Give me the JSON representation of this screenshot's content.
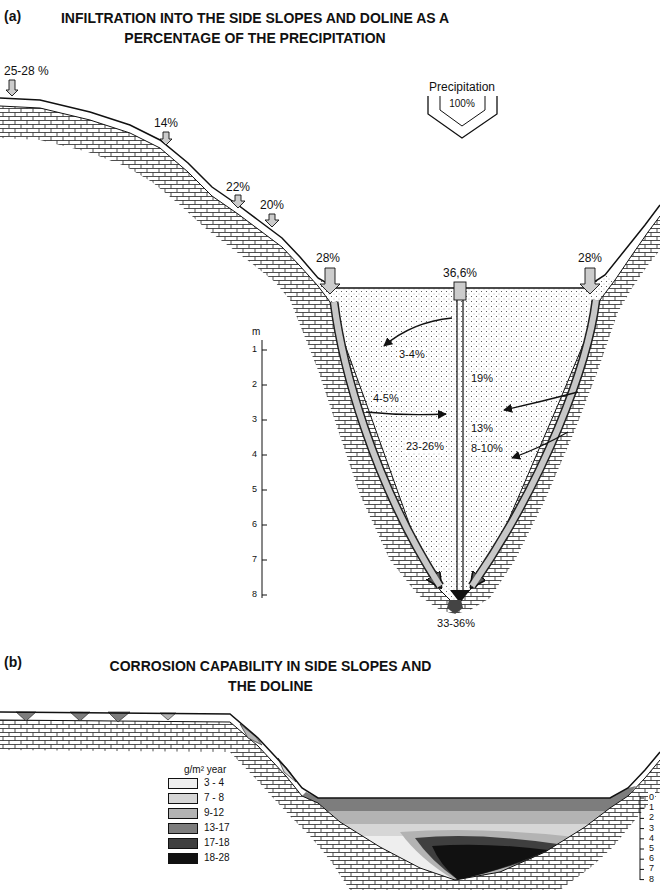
{
  "diagram": {
    "labels": [
      "(a)",
      "INFILTRATION INTO THE SIDE SLOPES AND DOLINE AS A PERCENTAGE OF THE PRECIPITATION",
      "Precipitation",
      "100%",
      "25-28 %",
      "14%",
      "22%",
      "20%",
      "28%",
      "36,6%",
      "28%",
      "3-4%",
      "19%",
      "4-5%",
      "13%",
      "23-26%",
      "8-10%",
      "33-36%",
      "m",
      "1",
      "2",
      "3",
      "4",
      "5",
      "6",
      "7",
      "8",
      "(b)",
      "CORROSION CAPABILITY IN SIDE SLOPES AND THE DOLINE",
      "g/m² year",
      "0",
      "1",
      "2",
      "3",
      "4",
      "5",
      "6",
      "7",
      "8"
    ],
    "legend": [
      {
        "text": "3 - 4",
        "color": "#eeeeee"
      },
      {
        "text": "7 - 8",
        "color": "#d6d6d6"
      },
      {
        "text": "9-12",
        "color": "#b3b3b3"
      },
      {
        "text": "13-17",
        "color": "#7d7d7d"
      },
      {
        "text": "17-18",
        "color": "#3f3f3f"
      },
      {
        "text": "18-28",
        "color": "#111111"
      }
    ]
  }
}
